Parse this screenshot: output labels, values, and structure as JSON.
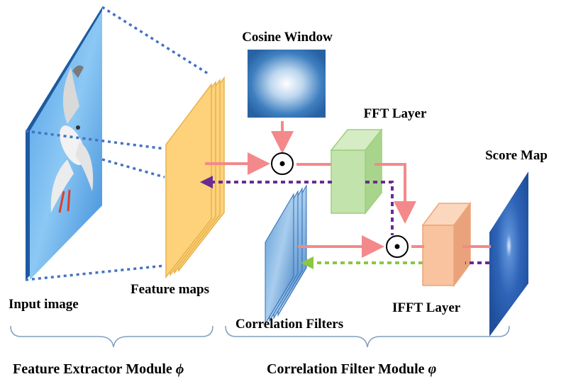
{
  "labels": {
    "input_image": "Input image",
    "feature_maps": "Feature maps",
    "cosine_window": "Cosine Window",
    "fft_layer": "FFT Layer",
    "score_map": "Score Map",
    "correlation_filters": "Correlation Filters",
    "ifft_layer": "IFFT Layer"
  },
  "modules": {
    "feature_extractor": {
      "text": "Feature Extractor Module ",
      "symbol": "ϕ"
    },
    "correlation_filter": {
      "text": "Correlation Filter Module ",
      "symbol": "φ"
    }
  },
  "operators": {
    "symbol": "⊙"
  },
  "colors": {
    "forward_arrow": "#f4898b",
    "backward_purple": "#6a2c91",
    "backward_green": "#8dc641",
    "dotted_projection": "#4472c4",
    "feature_maps_fill": "#fdd27a",
    "fft_fill": "#bfe0a8",
    "ifft_fill": "#f8c39e",
    "cosine_window_edge": "#2d6db0",
    "brace": "#7f9fbf"
  },
  "icons": {
    "bird": "seagull-image",
    "hadamard": "elementwise-product-icon"
  }
}
